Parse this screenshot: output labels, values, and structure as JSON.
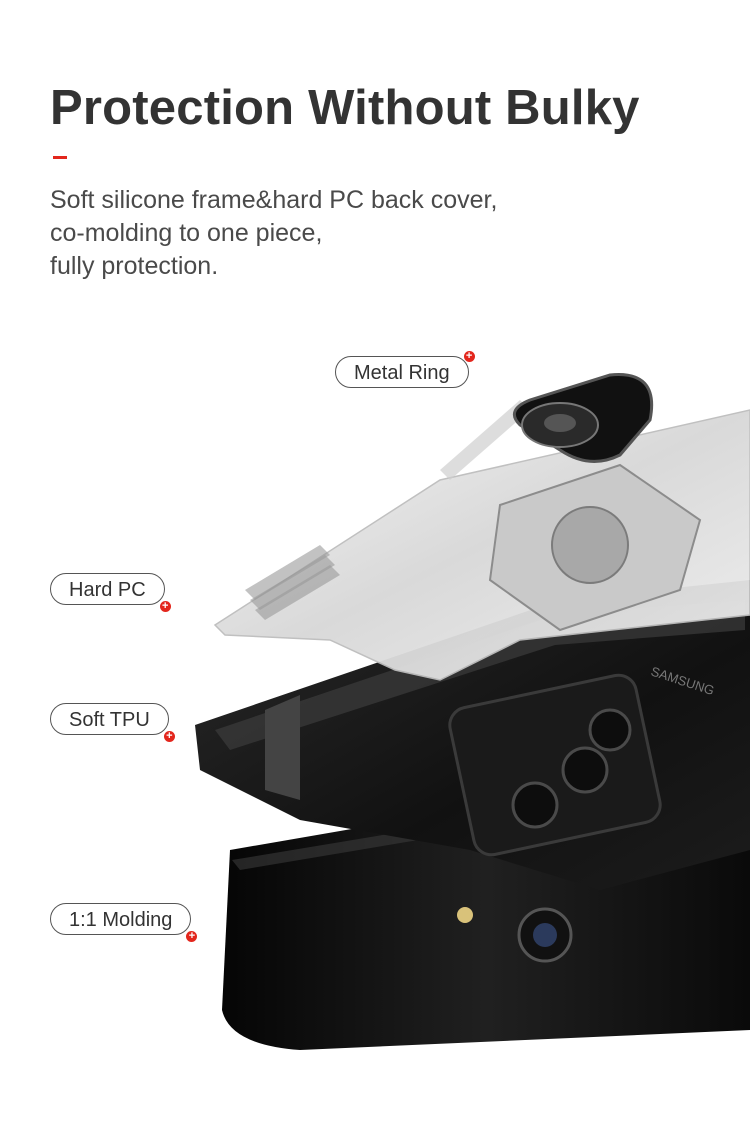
{
  "header": {
    "title": "Protection Without Bulky",
    "description_lines": [
      "Soft silicone frame&hard PC back cover,",
      "co-molding to one piece,",
      "fully protection."
    ],
    "accent_color": "#e3261c"
  },
  "product": {
    "brand_text": "SAMSUNG"
  },
  "callouts": {
    "metal_ring": {
      "label": "Metal Ring",
      "icon": "plus-icon"
    },
    "hard_pc": {
      "label": "Hard PC",
      "icon": "plus-icon"
    },
    "soft_tpu": {
      "label": "Soft TPU",
      "icon": "plus-icon"
    },
    "molding": {
      "label": "1:1 Molding",
      "icon": "plus-icon"
    }
  }
}
